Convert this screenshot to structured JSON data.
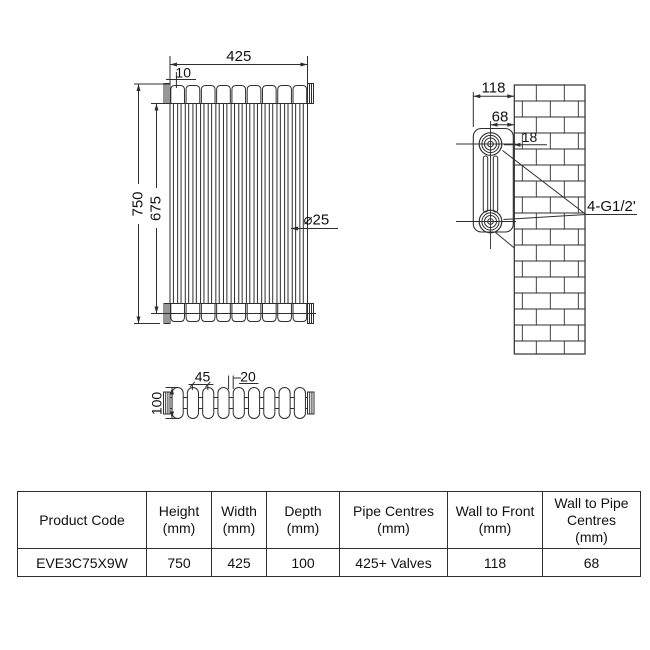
{
  "drawing": {
    "front_view": {
      "width_dim": "425",
      "end_stub_dim": "10",
      "overall_height_dim": "750",
      "column_height_dim": "675",
      "tube_diameter_dim": "⌀25"
    },
    "side_view": {
      "wall_to_front_dim": "118",
      "wall_to_pipe_dim": "68",
      "pipe_inset_dim": "18",
      "connections_label": "4-G1/2'"
    },
    "top_view": {
      "section_pitch_dim": "45",
      "tube_gap_dim": "20",
      "depth_dim": "100"
    }
  },
  "spec_table": {
    "columns": [
      {
        "title": "Product Code",
        "unit": ""
      },
      {
        "title": "Height",
        "unit": "(mm)"
      },
      {
        "title": "Width",
        "unit": "(mm)"
      },
      {
        "title": "Depth",
        "unit": "(mm)"
      },
      {
        "title": "Pipe Centres",
        "unit": "(mm)"
      },
      {
        "title": "Wall to Front",
        "unit": "(mm)"
      },
      {
        "title": "Wall to Pipe Centres",
        "unit": "(mm)"
      }
    ],
    "row": {
      "product_code": "EVE3C75X9W",
      "height": "750",
      "width": "425",
      "depth": "100",
      "pipe_centres": "425+ Valves",
      "wall_to_front": "118",
      "wall_to_pipe_centres": "68"
    }
  },
  "colors": {
    "line": "#2e2e2e",
    "text": "#111111",
    "background": "#ffffff",
    "table_border": "#2e2e2e"
  }
}
